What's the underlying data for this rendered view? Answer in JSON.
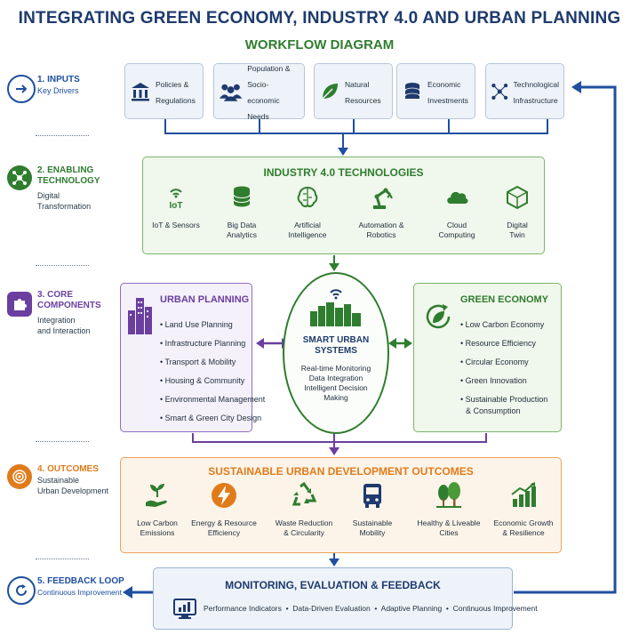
{
  "title": "INTEGRATING GREEN ECONOMY, INDUSTRY 4.0 AND URBAN PLANNING",
  "subtitle": "WORKFLOW DIAGRAM",
  "steps": [
    {
      "title_line1": "1. INPUTS",
      "title_line2": "",
      "sub_line1": "Key Drivers",
      "sub_line2": "",
      "color": "#1e4fa0",
      "icon": "arrow-right-icon"
    },
    {
      "title_line1": "2. ENABLING",
      "title_line2": "TECHNOLOGY",
      "sub_line1": "Digital",
      "sub_line2": "Transformation",
      "color": "#2f7d2f",
      "icon": "network-icon"
    },
    {
      "title_line1": "3. CORE",
      "title_line2": "COMPONENTS",
      "sub_line1": "Integration",
      "sub_line2": "and Interaction",
      "color": "#6a3fa0",
      "icon": "puzzle-icon"
    },
    {
      "title_line1": "4. OUTCOMES",
      "title_line2": "",
      "sub_line1": "Sustainable",
      "sub_line2": "Urban Development",
      "color": "#e07b1a",
      "icon": "target-icon"
    },
    {
      "title_line1": "5. FEEDBACK LOOP",
      "title_line2": "",
      "sub_line1": "Continuous Improvement",
      "sub_line2": "",
      "color": "#1e4fa0",
      "icon": "refresh-icon"
    }
  ],
  "inputs": [
    {
      "line1": "Policies &",
      "line2": "Regulations",
      "line3": "",
      "icon": "government-building-icon"
    },
    {
      "line1": "Population &",
      "line2": "Socio-economic",
      "line3": "Needs",
      "icon": "people-icon"
    },
    {
      "line1": "Natural",
      "line2": "Resources",
      "line3": "",
      "icon": "leaf-icon"
    },
    {
      "line1": "Economic",
      "line2": "Investments",
      "line3": "",
      "icon": "coins-icon"
    },
    {
      "line1": "Technological",
      "line2": "Infrastructure",
      "line3": "",
      "icon": "network-icon"
    }
  ],
  "industry": {
    "title": "INDUSTRY 4.0 TECHNOLOGIES",
    "items": [
      {
        "line1": "IoT & Sensors",
        "line2": "",
        "icon": "iot-icon",
        "icon_text": "IoT"
      },
      {
        "line1": "Big Data",
        "line2": "Analytics",
        "icon": "database-icon",
        "icon_text": ""
      },
      {
        "line1": "Artificial",
        "line2": "Intelligence",
        "icon": "brain-icon",
        "icon_text": ""
      },
      {
        "line1": "Automation &",
        "line2": "Robotics",
        "icon": "robot-arm-icon",
        "icon_text": ""
      },
      {
        "line1": "Cloud",
        "line2": "Computing",
        "icon": "cloud-icon",
        "icon_text": ""
      },
      {
        "line1": "Digital",
        "line2": "Twin",
        "icon": "cube-icon",
        "icon_text": ""
      }
    ]
  },
  "urban": {
    "title": "URBAN PLANNING",
    "items": [
      "Land Use Planning",
      "Infrastructure Planning",
      "Transport & Mobility",
      "Housing & Community",
      "Environmental Management",
      "Smart & Green City Design"
    ]
  },
  "smart": {
    "title_line1": "SMART URBAN",
    "title_line2": "SYSTEMS",
    "lines": [
      "Real-time Monitoring",
      "Data Integration",
      "Intelligent Decision",
      "Making"
    ]
  },
  "green": {
    "title": "GREEN ECONOMY",
    "items": [
      "Low Carbon Economy",
      "Resource Efficiency",
      "Circular Economy",
      "Green Innovation",
      "Sustainable Production",
      "& Consumption"
    ]
  },
  "outcomes": {
    "title": "SUSTAINABLE URBAN DEVELOPMENT OUTCOMES",
    "items": [
      {
        "line1": "Low Carbon",
        "line2": "Emissions",
        "icon": "plant-hand-icon"
      },
      {
        "line1": "Energy & Resource",
        "line2": "Efficiency",
        "icon": "lightning-icon"
      },
      {
        "line1": "Waste Reduction",
        "line2": "& Circularity",
        "icon": "recycle-icon"
      },
      {
        "line1": "Sustainable",
        "line2": "Mobility",
        "icon": "bus-icon"
      },
      {
        "line1": "Healthy & Liveable",
        "line2": "Cities",
        "icon": "trees-icon"
      },
      {
        "line1": "Economic Growth",
        "line2": "& Resilience",
        "icon": "growth-chart-icon"
      }
    ]
  },
  "feedback": {
    "title": "MONITORING, EVALUATION & FEEDBACK",
    "line": "Performance Indicators  •  Data-Driven Evaluation  •  Adaptive Planning  •  Continuous Improvement"
  },
  "colors": {
    "navy": "#1e3a6e",
    "blue": "#1e4fa0",
    "green": "#2f7d2f",
    "purple": "#6a3fa0",
    "orange": "#e07b1a"
  }
}
